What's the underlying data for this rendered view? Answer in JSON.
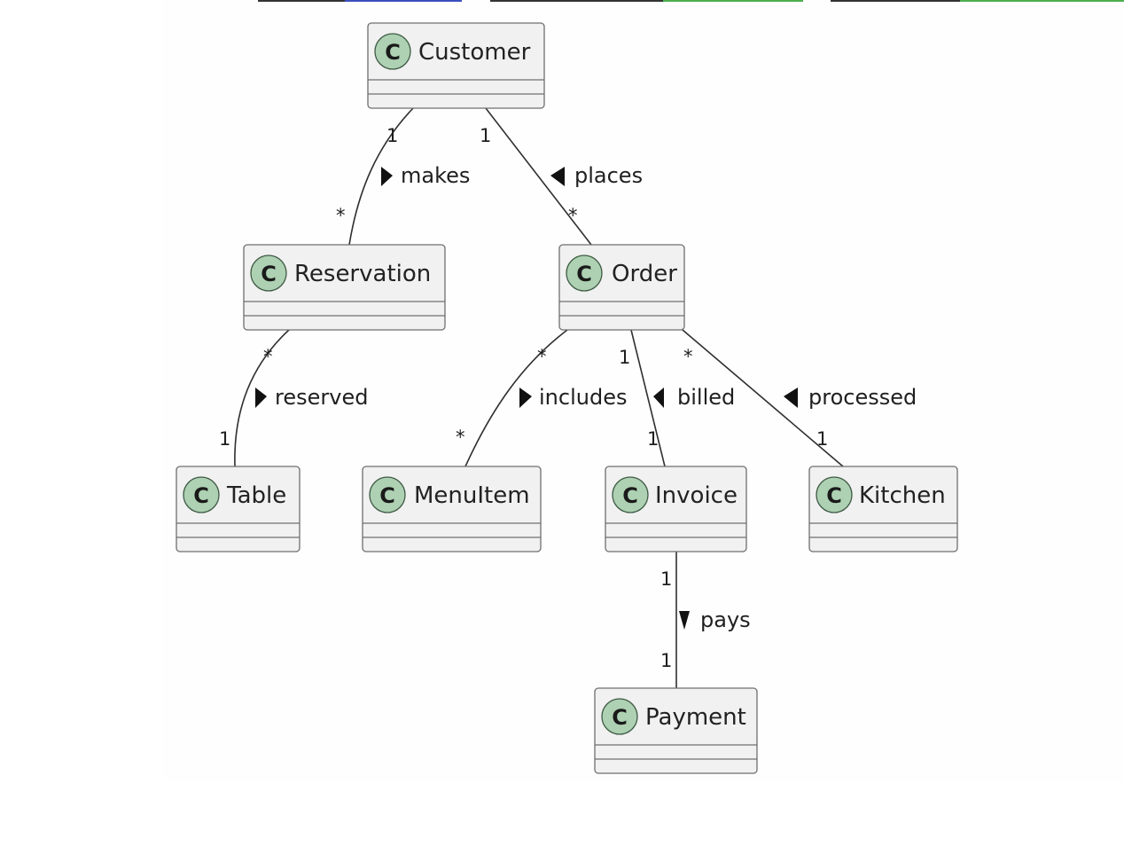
{
  "colors": {
    "class_fill": "#f1f1f1",
    "class_border": "#6f6f6f",
    "stereotype_circle": "#add1b2",
    "edge": "#2f2f2f",
    "tab_blue": "#3b4fc0",
    "tab_green": "#4caf50",
    "tab_dark": "#333333"
  },
  "classes": {
    "customer": {
      "name": "Customer",
      "stereotype": "C"
    },
    "reservation": {
      "name": "Reservation",
      "stereotype": "C"
    },
    "order": {
      "name": "Order",
      "stereotype": "C"
    },
    "table": {
      "name": "Table",
      "stereotype": "C"
    },
    "menuitem": {
      "name": "MenuItem",
      "stereotype": "C"
    },
    "invoice": {
      "name": "Invoice",
      "stereotype": "C"
    },
    "kitchen": {
      "name": "Kitchen",
      "stereotype": "C"
    },
    "payment": {
      "name": "Payment",
      "stereotype": "C"
    }
  },
  "associations": {
    "makes": {
      "label": "makes",
      "source_mult": "1",
      "target_mult": "*"
    },
    "places": {
      "label": "places",
      "source_mult": "1",
      "target_mult": "*"
    },
    "reserved": {
      "label": "reserved",
      "source_mult": "*",
      "target_mult": "1"
    },
    "includes": {
      "label": "includes",
      "source_mult": "*",
      "target_mult": "*"
    },
    "billed": {
      "label": "billed",
      "source_mult": "1",
      "target_mult": "1"
    },
    "processed": {
      "label": "processed",
      "source_mult": "*",
      "target_mult": "1"
    },
    "pays": {
      "label": "pays",
      "source_mult": "1",
      "target_mult": "1"
    }
  }
}
